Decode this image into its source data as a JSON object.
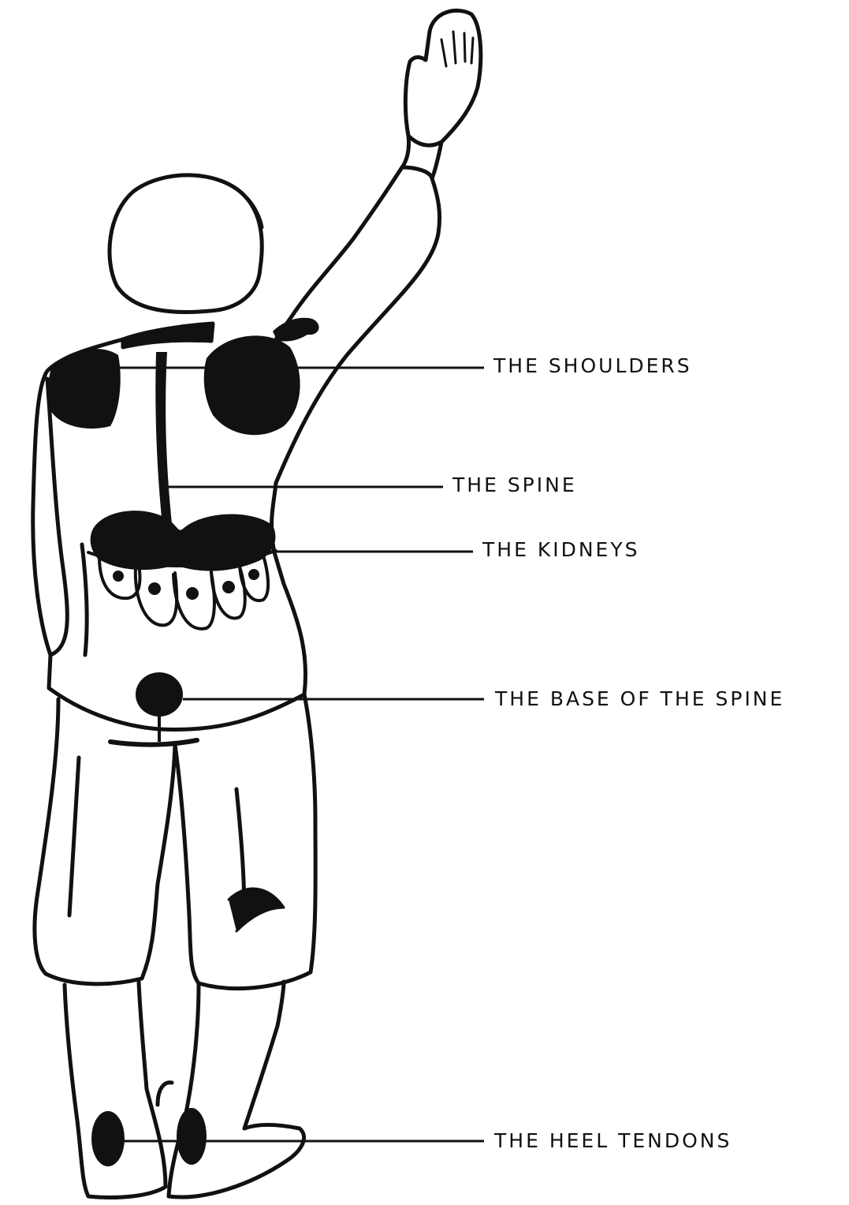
{
  "labels": {
    "shoulders": "THE SHOULDERS",
    "spine": "THE SPINE",
    "kidneys": "THE KIDNEYS",
    "base_of_spine": "THE BASE OF THE SPINE",
    "heel_tendons": "THE HEEL TENDONS"
  },
  "colors": {
    "ink": "#111111",
    "paper": "#ffffff"
  }
}
